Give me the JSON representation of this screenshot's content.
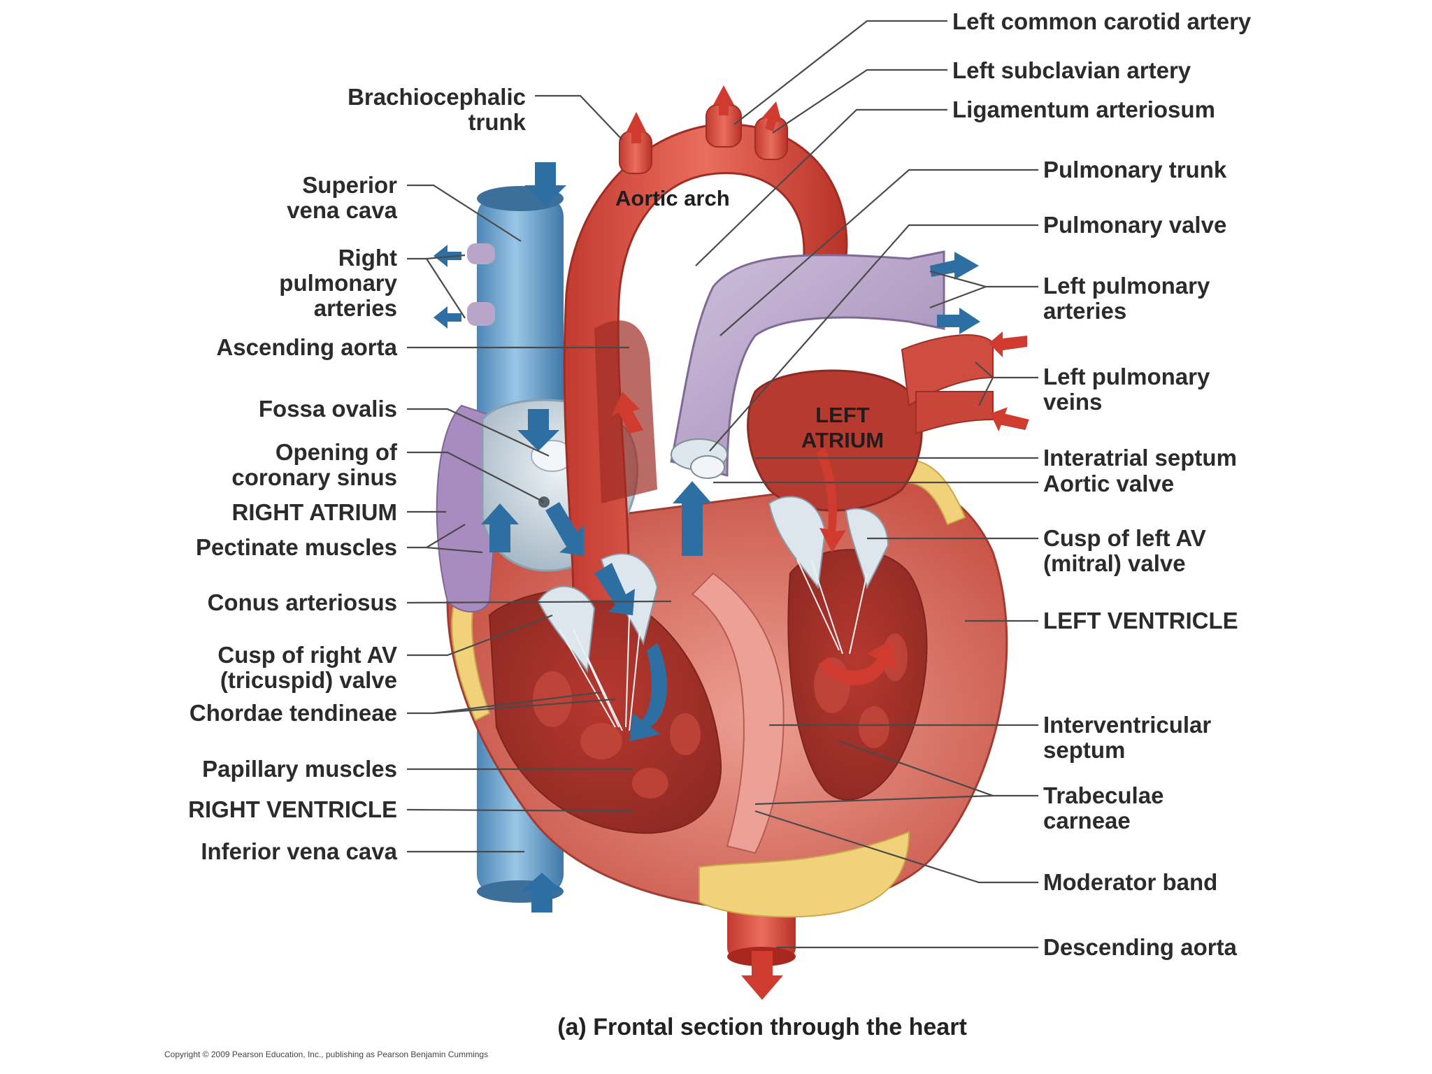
{
  "figure": {
    "caption": "(a) Frontal section through the heart",
    "copyright": "Copyright © 2009 Pearson Education, Inc., publishing as Pearson Benjamin Cummings"
  },
  "inner_labels": {
    "aortic_arch": "Aortic arch",
    "left_atrium_1": "LEFT",
    "left_atrium_2": "ATRIUM"
  },
  "labels_left": {
    "brachiocephalic_1": "Brachiocephalic",
    "brachiocephalic_2": "trunk",
    "svc_1": "Superior",
    "svc_2": "vena cava",
    "rpa_1": "Right",
    "rpa_2": "pulmonary",
    "rpa_3": "arteries",
    "ascending_aorta": "Ascending aorta",
    "fossa_ovalis": "Fossa ovalis",
    "coronary_sinus_1": "Opening of",
    "coronary_sinus_2": "coronary sinus",
    "right_atrium": "RIGHT ATRIUM",
    "pectinate": "Pectinate muscles",
    "conus": "Conus arteriosus",
    "tricuspid_1": "Cusp of right AV",
    "tricuspid_2": "(tricuspid) valve",
    "chordae": "Chordae tendineae",
    "papillary": "Papillary muscles",
    "right_ventricle": "RIGHT VENTRICLE",
    "ivc": "Inferior vena cava"
  },
  "labels_right": {
    "lcca": "Left common carotid artery",
    "lsa": "Left subclavian artery",
    "ligamentum": "Ligamentum arteriosum",
    "pulmonary_trunk": "Pulmonary trunk",
    "pulmonary_valve": "Pulmonary valve",
    "lpa_1": "Left pulmonary",
    "lpa_2": "arteries",
    "lpv_1": "Left pulmonary",
    "lpv_2": "veins",
    "interatrial": "Interatrial septum",
    "aortic_valve": "Aortic valve",
    "mitral_1": "Cusp of left AV",
    "mitral_2": "(mitral) valve",
    "left_ventricle": "LEFT VENTRICLE",
    "ivs_1": "Interventricular",
    "ivs_2": "septum",
    "trabeculae_1": "Trabeculae",
    "trabeculae_2": "carneae",
    "moderator": "Moderator band",
    "descending_aorta": "Descending aorta"
  },
  "colors": {
    "myocardium": "#c9534a",
    "myocardium_light": "#e79a8e",
    "aorta": "#d6493e",
    "vena_cava": "#6fa6cf",
    "pulmonary_trunk": "#b9a5c8",
    "fat": "#f1d27a",
    "valve": "#dde6ec",
    "arrow_blue": "#2e6fa3",
    "arrow_red": "#cf3b2e"
  }
}
